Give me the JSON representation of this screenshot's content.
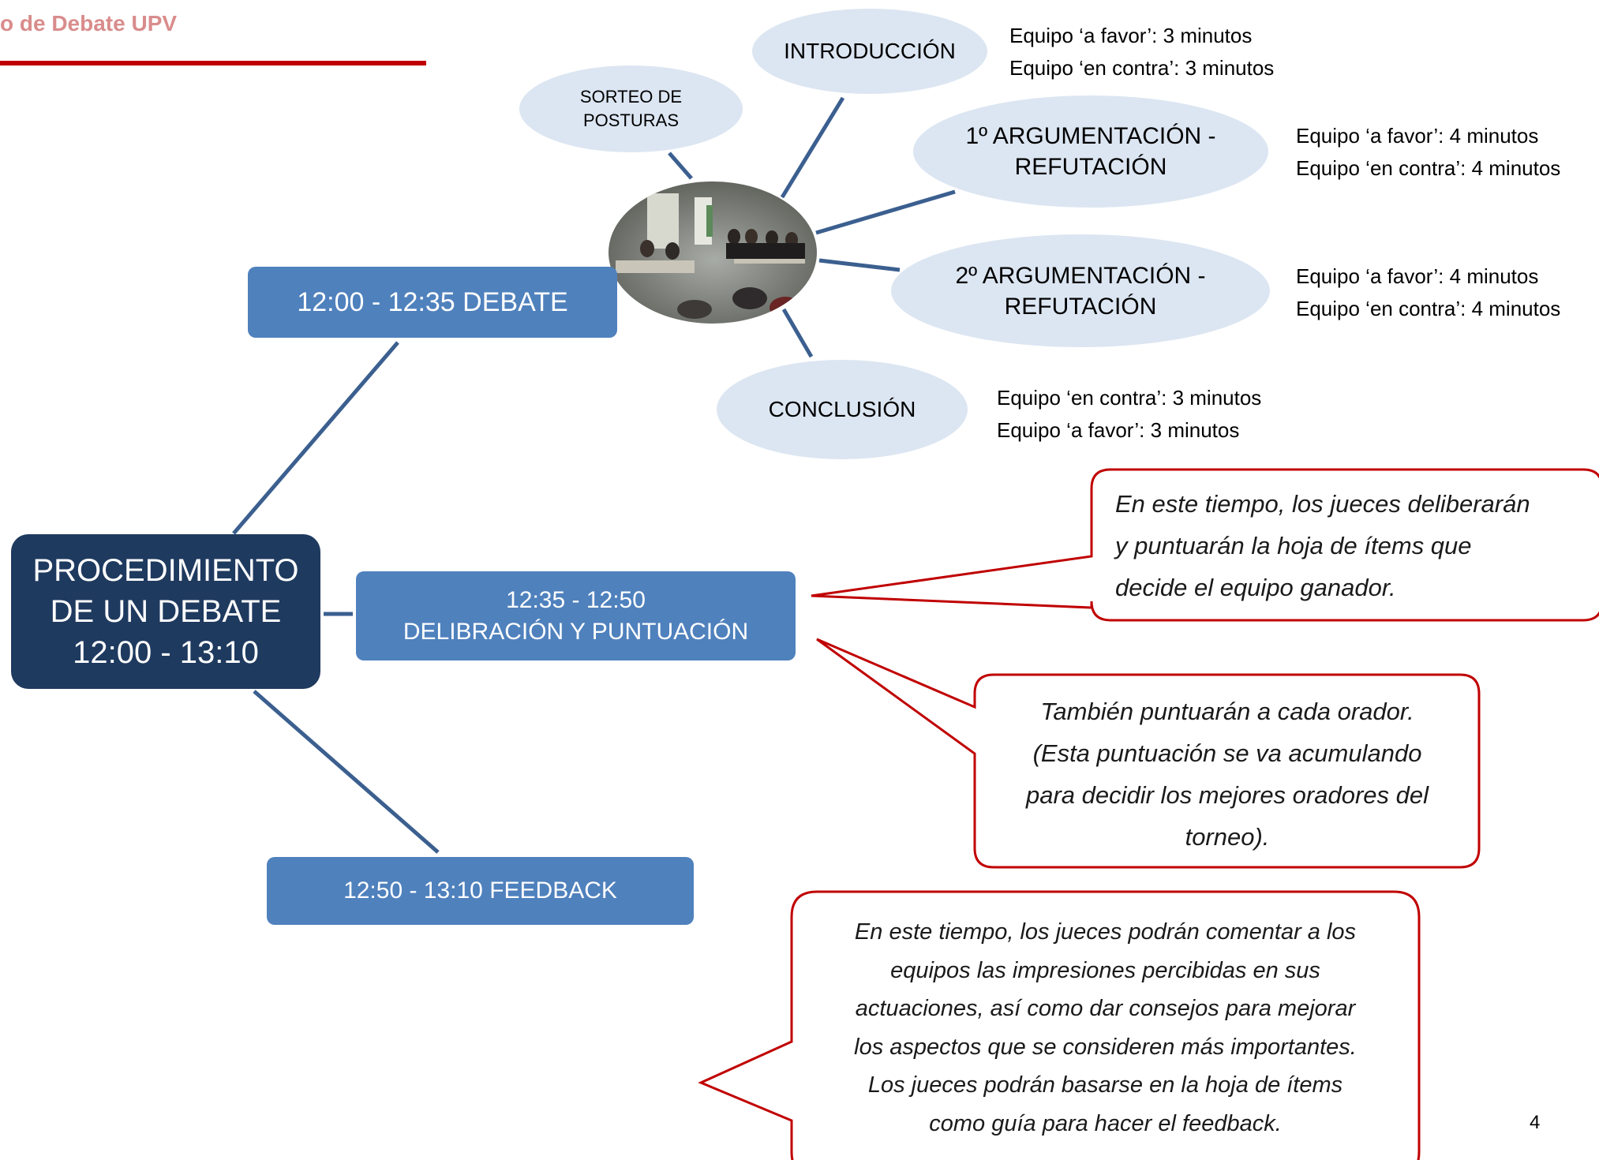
{
  "header": {
    "title": "o de Debate UPV"
  },
  "center": {
    "lines": [
      "PROCEDIMIENTO",
      "DE UN DEBATE",
      "12:00 - 13:10"
    ]
  },
  "branches": {
    "debate": {
      "label": "12:00 - 12:35 DEBATE"
    },
    "deliberacion": {
      "line1": "12:35 - 12:50",
      "line2": "DELIBRACIÓN Y PUNTUACIÓN"
    },
    "feedback": {
      "label": "12:50 - 13:10 FEEDBACK"
    }
  },
  "phases": {
    "sorteo": {
      "line1": "SORTEO DE",
      "line2": "POSTURAS"
    },
    "introduccion": {
      "label": "INTRODUCCIÓN",
      "notes": [
        "Equipo ‘a favor’: 3 minutos",
        "Equipo ‘en contra’: 3 minutos"
      ]
    },
    "arg1": {
      "line1": "1º ARGUMENTACIÓN -",
      "line2": "REFUTACIÓN",
      "notes": [
        "Equipo ‘a favor’: 4 minutos",
        "Equipo ‘en contra’: 4 minutos"
      ]
    },
    "arg2": {
      "line1": "2º ARGUMENTACIÓN -",
      "line2": "REFUTACIÓN",
      "notes": [
        "Equipo ‘a favor’: 4 minutos",
        "Equipo ‘en contra’: 4 minutos"
      ]
    },
    "conclusion": {
      "label": "CONCLUSIÓN",
      "notes": [
        "Equipo ‘en contra’: 3 minutos",
        "Equipo ‘a favor’: 3 minutos"
      ]
    }
  },
  "callouts": {
    "deliberan": [
      "En este tiempo, los jueces deliberarán",
      "y puntuarán la hoja de ítems que",
      "decide el equipo ganador."
    ],
    "oradores": [
      "También puntuarán a cada orador.",
      "(Esta puntuación se va acumulando",
      "para decidir los mejores oradores del",
      "torneo)."
    ],
    "feedback": [
      "En este tiempo, los jueces podrán comentar a los",
      "equipos las impresiones percibidas en sus",
      "actuaciones, así como dar consejos para mejorar",
      "los aspectos que se consideren más importantes.",
      "Los jueces podrán basarse en la hoja de ítems",
      "como guía para hacer el feedback."
    ]
  },
  "page_number": "4",
  "colors": {
    "dark_navy": "#1f3a5f",
    "box_blue": "#4f81bd",
    "ellipse_fill": "#dce6f2",
    "connector": "#3b5f8f",
    "callout_border": "#c00000",
    "header_rule": "#c00000",
    "header_text": "#d98c8c"
  }
}
